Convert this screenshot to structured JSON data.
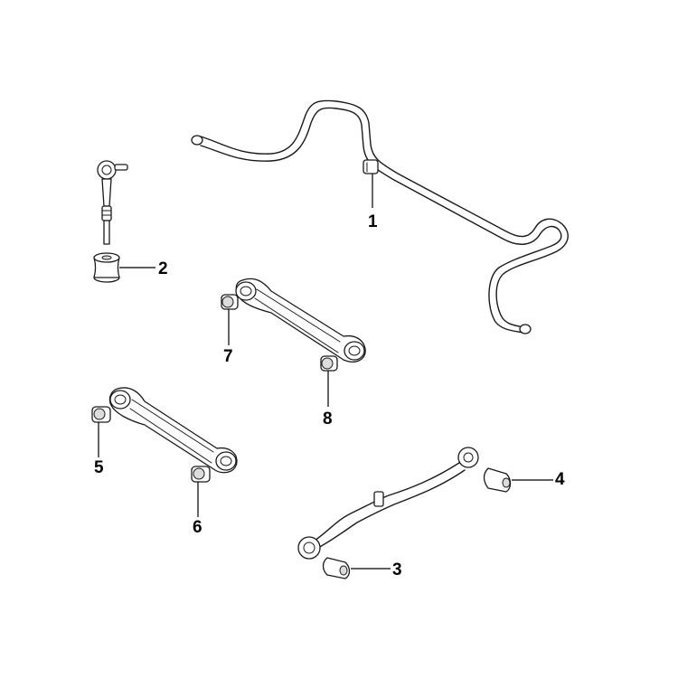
{
  "callouts": [
    {
      "id": "1",
      "label": "1"
    },
    {
      "id": "2",
      "label": "2"
    },
    {
      "id": "3",
      "label": "3"
    },
    {
      "id": "4",
      "label": "4"
    },
    {
      "id": "5",
      "label": "5"
    },
    {
      "id": "6",
      "label": "6"
    },
    {
      "id": "7",
      "label": "7"
    },
    {
      "id": "8",
      "label": "8"
    }
  ],
  "colors": {
    "line": "#1a1a1a",
    "shade": "#dcdcdc",
    "background": "#ffffff"
  }
}
